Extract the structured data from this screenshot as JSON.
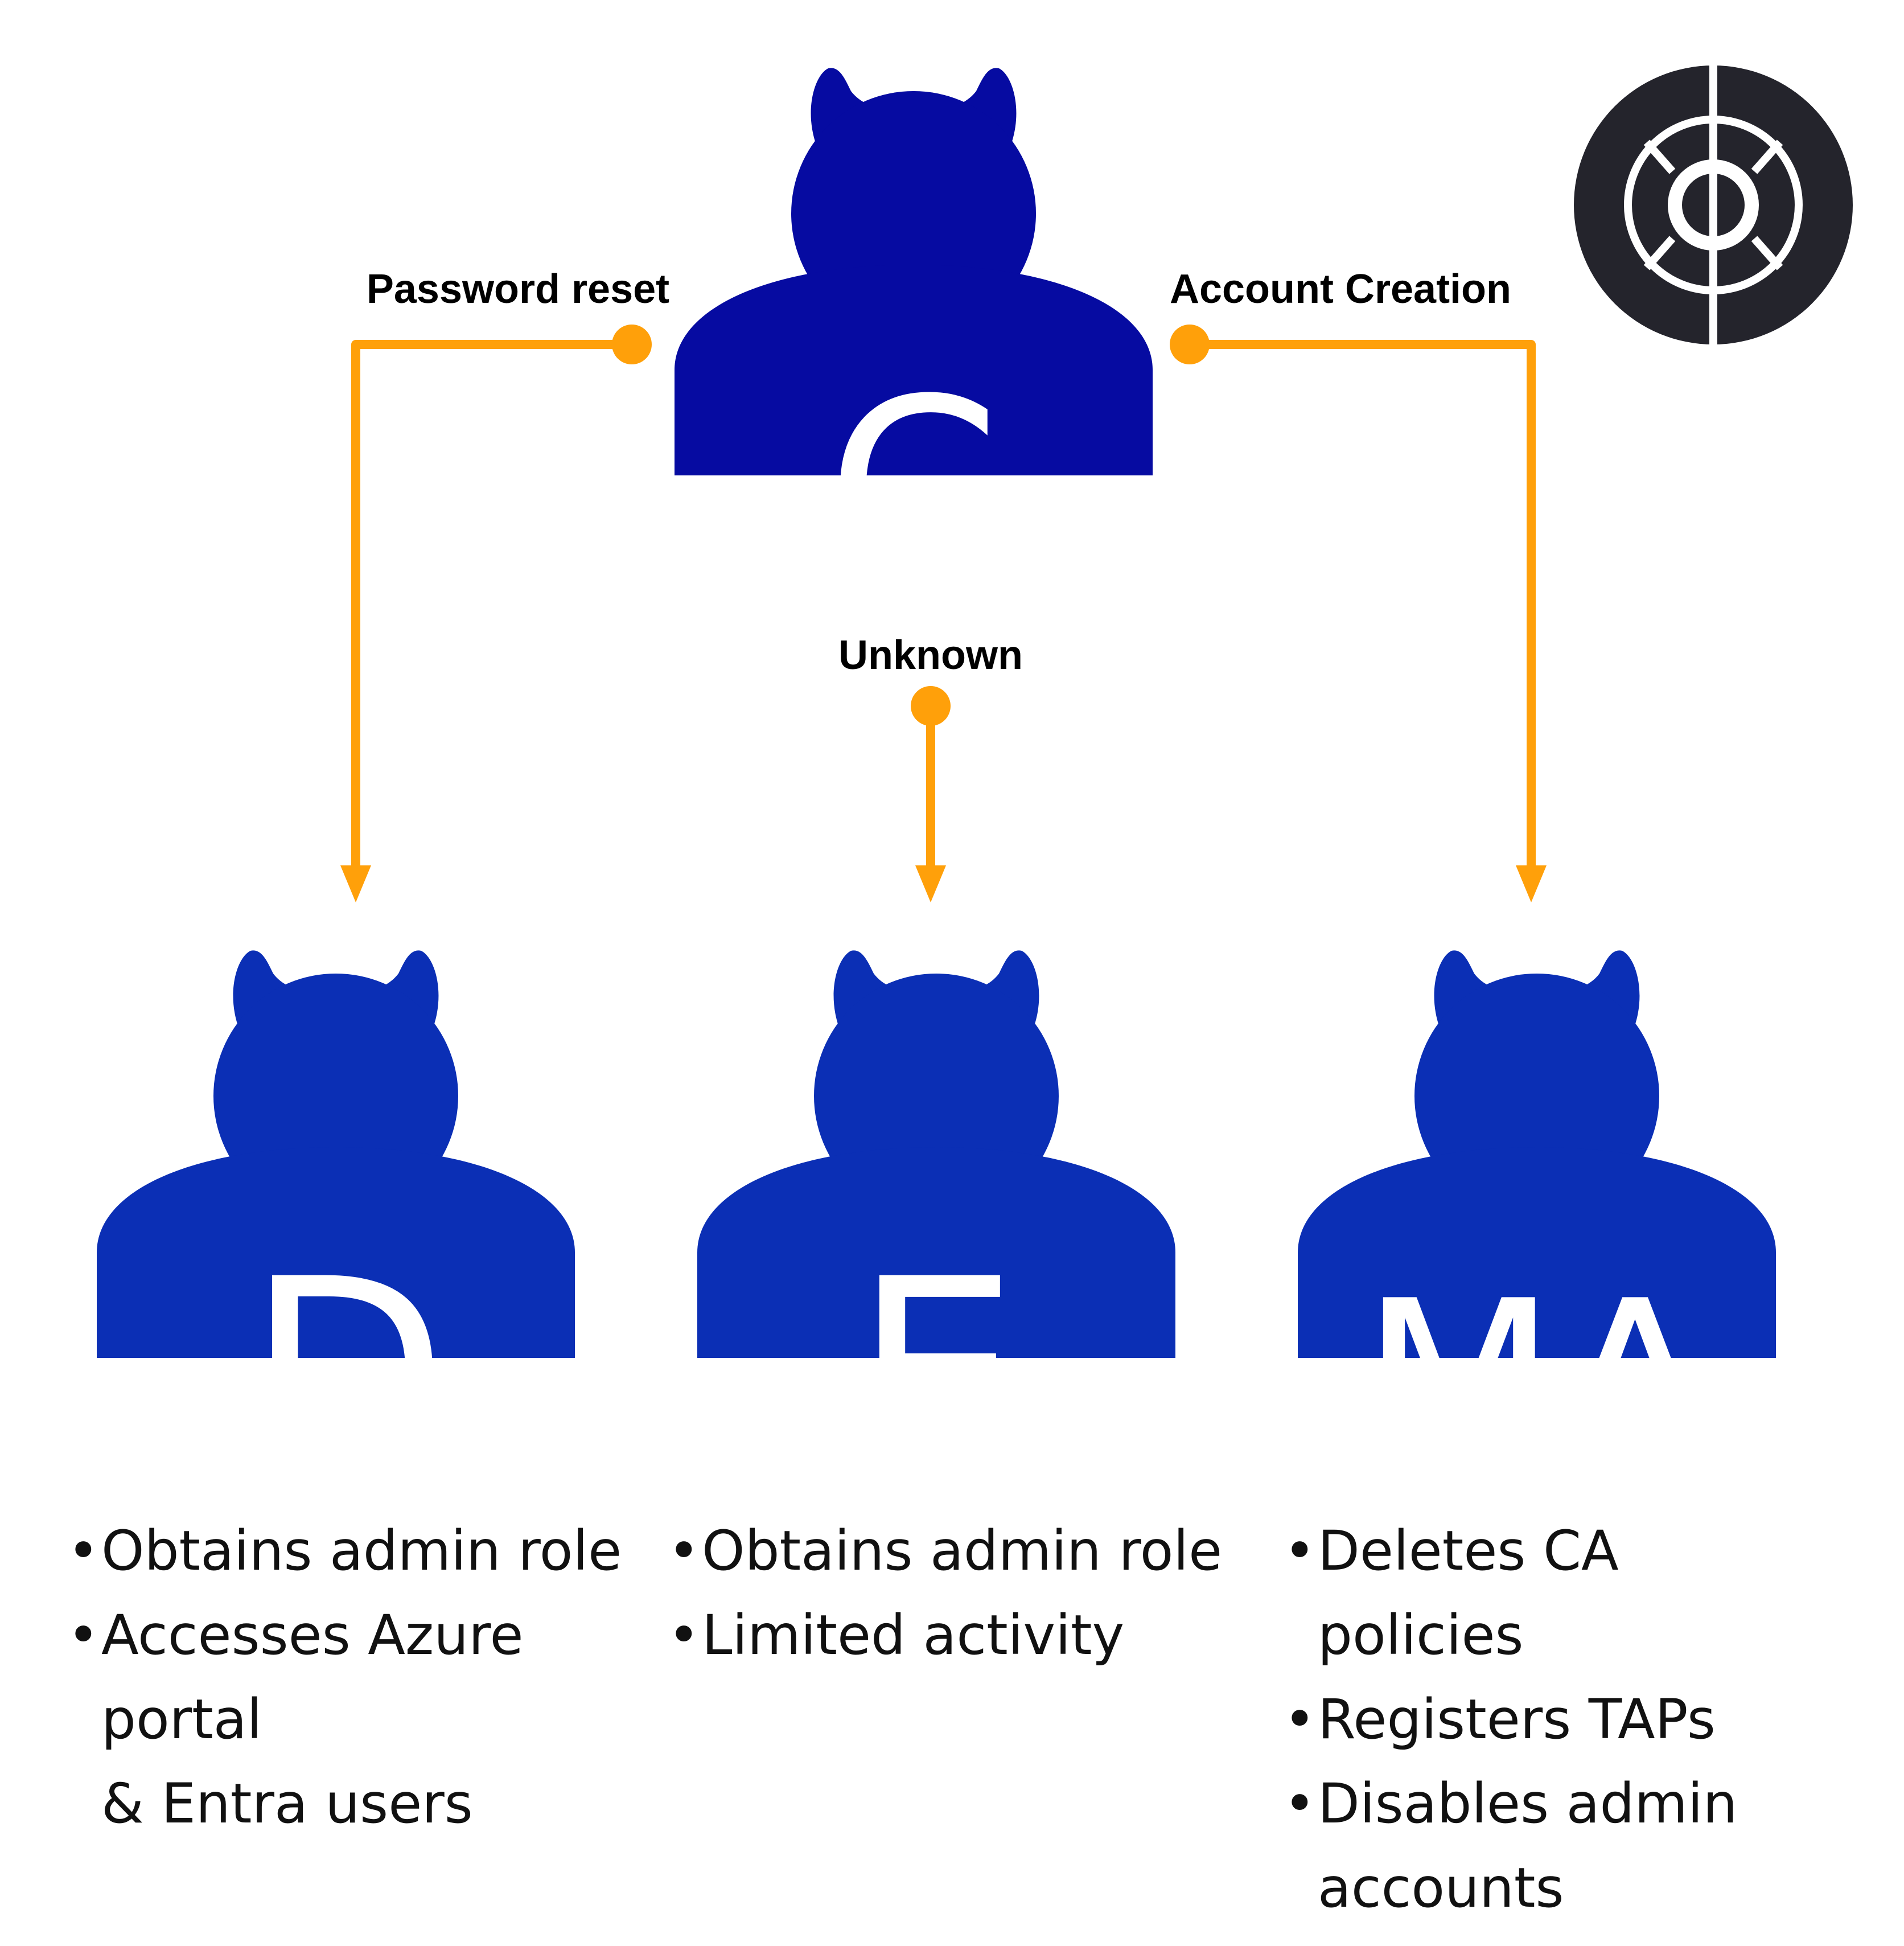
{
  "colors": {
    "top_actor": "#060ba1",
    "bottom_actor": "#0b2fb5",
    "arrow": "#ffa00a",
    "logo_dark": "#24242c",
    "logo_ring": "#ffffff"
  },
  "nodes": {
    "c": {
      "letter": "C"
    },
    "d": {
      "letter": "D",
      "bullets": [
        "Obtains admin role",
        "Accesses Azure\nportal\n& Entra users"
      ]
    },
    "e": {
      "letter": "E",
      "bullets": [
        "Obtains admin role",
        "Limited activity"
      ]
    },
    "ma": {
      "letter": "MA",
      "bullets": [
        "Deletes CA\npolicies",
        "Registers TAPs",
        "Disables admin\naccounts"
      ]
    }
  },
  "edges": {
    "password_reset": "Password reset",
    "unknown": "Unknown",
    "account_creation": "Account Creation"
  },
  "logo": {
    "icon": "helm-wheel-icon"
  }
}
